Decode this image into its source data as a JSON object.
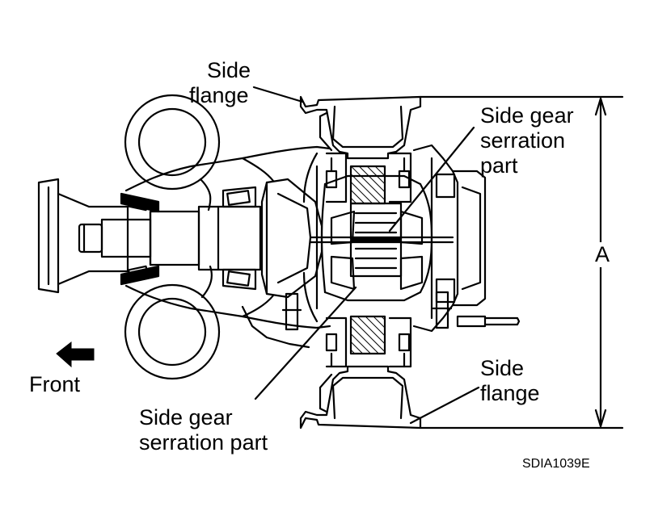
{
  "labels": {
    "side_flange_top": {
      "line1": "Side",
      "line2": "flange"
    },
    "side_gear_right": {
      "line1": "Side gear",
      "line2": "serration",
      "line3": "part"
    },
    "dimension": "A",
    "front": "Front",
    "side_flange_bottom": {
      "line1": "Side",
      "line2": "flange"
    },
    "side_gear_bottom": {
      "line1": "Side gear",
      "line2": "serration part"
    }
  },
  "figure_code": "SDIA1039E",
  "colors": {
    "ink": "#000000",
    "paper": "#ffffff"
  },
  "icons": {
    "front_arrow": "arrow-left-icon"
  }
}
